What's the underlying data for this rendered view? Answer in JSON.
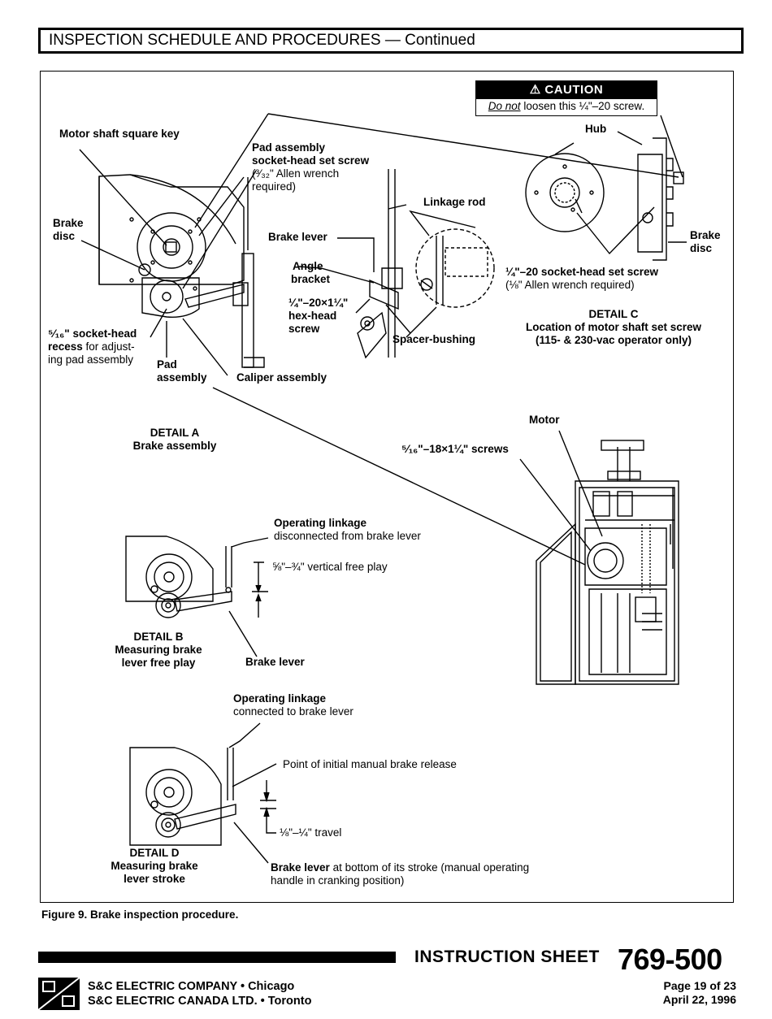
{
  "header": {
    "title": "INSPECTION SCHEDULE AND PROCEDURES — Continued"
  },
  "caution": {
    "heading": "CAUTION",
    "text_em": "Do not",
    "text_rest": " loosen this ¼\"–20 screw."
  },
  "detail_a": {
    "labels": {
      "motor_shaft_key": "Motor shaft square key",
      "pad_set_screw_1": "Pad assembly",
      "pad_set_screw_2": "socket-head set screw",
      "pad_set_screw_3": "(³⁄₃₂\" Allen wrench",
      "pad_set_screw_4": "required)",
      "linkage_rod": "Linkage rod",
      "brake_disc_1": "Brake",
      "brake_disc_2": "disc",
      "brake_lever": "Brake lever",
      "angle_bracket_1": "Angle",
      "angle_bracket_2": "bracket",
      "hex_screw_1": "¼\"–20×1¼\"",
      "hex_screw_2": "hex-head",
      "hex_screw_3": "screw",
      "socket_recess_1": "⁵⁄₁₆\" socket-head",
      "socket_recess_2_bold": "recess",
      "socket_recess_2_rest": " for adjust-",
      "socket_recess_3": "ing pad assembly",
      "pad_assembly_1": "Pad",
      "pad_assembly_2": "assembly",
      "caliper_assembly": "Caliper assembly",
      "spacer_bushing": "Spacer-bushing"
    },
    "title": "DETAIL A",
    "subtitle": "Brake assembly"
  },
  "detail_c": {
    "labels": {
      "hub": "Hub",
      "brake_disc_1": "Brake",
      "brake_disc_2": "disc",
      "set_screw_1": "¼\"–20 socket-head set screw",
      "set_screw_2": "(⅛\" Allen wrench required)"
    },
    "title": "DETAIL C",
    "subtitle_1": "Location of motor shaft set screw",
    "subtitle_2": "(115- & 230-vac operator only)"
  },
  "operator": {
    "motor": "Motor",
    "screws": "⁵⁄₁₆\"–18×1¼\" screws"
  },
  "detail_b": {
    "linkage_1": "Operating linkage",
    "linkage_2": "disconnected from brake lever",
    "free_play": "⅝\"–¾\"  vertical free play",
    "brake_lever": "Brake lever",
    "title": "DETAIL B",
    "subtitle_1": "Measuring brake",
    "subtitle_2": "lever free play"
  },
  "detail_d": {
    "linkage_1": "Operating linkage",
    "linkage_2": "connected to brake lever",
    "release_point": "Point of initial manual brake release",
    "travel": "⅛\"–¼\"  travel",
    "stroke_bold": "Brake lever",
    "stroke_rest": " at bottom of its stroke (manual operating",
    "stroke_2": "handle in cranking position)",
    "title": "DETAIL D",
    "subtitle_1": "Measuring brake",
    "subtitle_2": "lever stroke"
  },
  "figure_caption": "Figure 9.  Brake inspection procedure.",
  "footer": {
    "doc_type": "INSTRUCTION SHEET",
    "doc_number": "769-500",
    "company_1": "S&C ELECTRIC COMPANY • Chicago",
    "company_2": "S&C ELECTRIC CANADA LTD. • Toronto",
    "page": "Page 19 of 23",
    "date": "April 22, 1996"
  }
}
